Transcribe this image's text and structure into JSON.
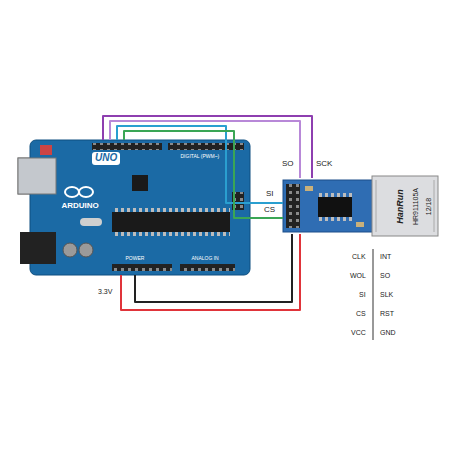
{
  "diagram": {
    "nodes": [
      {
        "text": [
          "UNO",
          "ARDUINO",
          "DIGITAL (PWM~)",
          "POWER",
          "ANALOG IN"
        ]
      },
      {
        "text": [
          "HanRun",
          "HR911105A",
          "12/18"
        ]
      }
    ],
    "edges": [
      {
        "from": 0,
        "to": 1,
        "arrow": "none"
      },
      {
        "from": 0,
        "to": 1,
        "arrow": "none"
      },
      {
        "from": 0,
        "to": 1,
        "arrow": "none"
      },
      {
        "from": 0,
        "to": 1,
        "arrow": "none"
      },
      {
        "from": 0,
        "to": 1,
        "arrow": "none"
      },
      {
        "from": 0,
        "to": 1,
        "arrow": "none"
      }
    ],
    "labels": [
      "SO",
      "SCK",
      "SI",
      "CS",
      "3.3V",
      "CLK",
      "INT",
      "WOL",
      "SO",
      "SI",
      "SLK",
      "CS",
      "RST",
      "VCC",
      "GND"
    ]
  }
}
